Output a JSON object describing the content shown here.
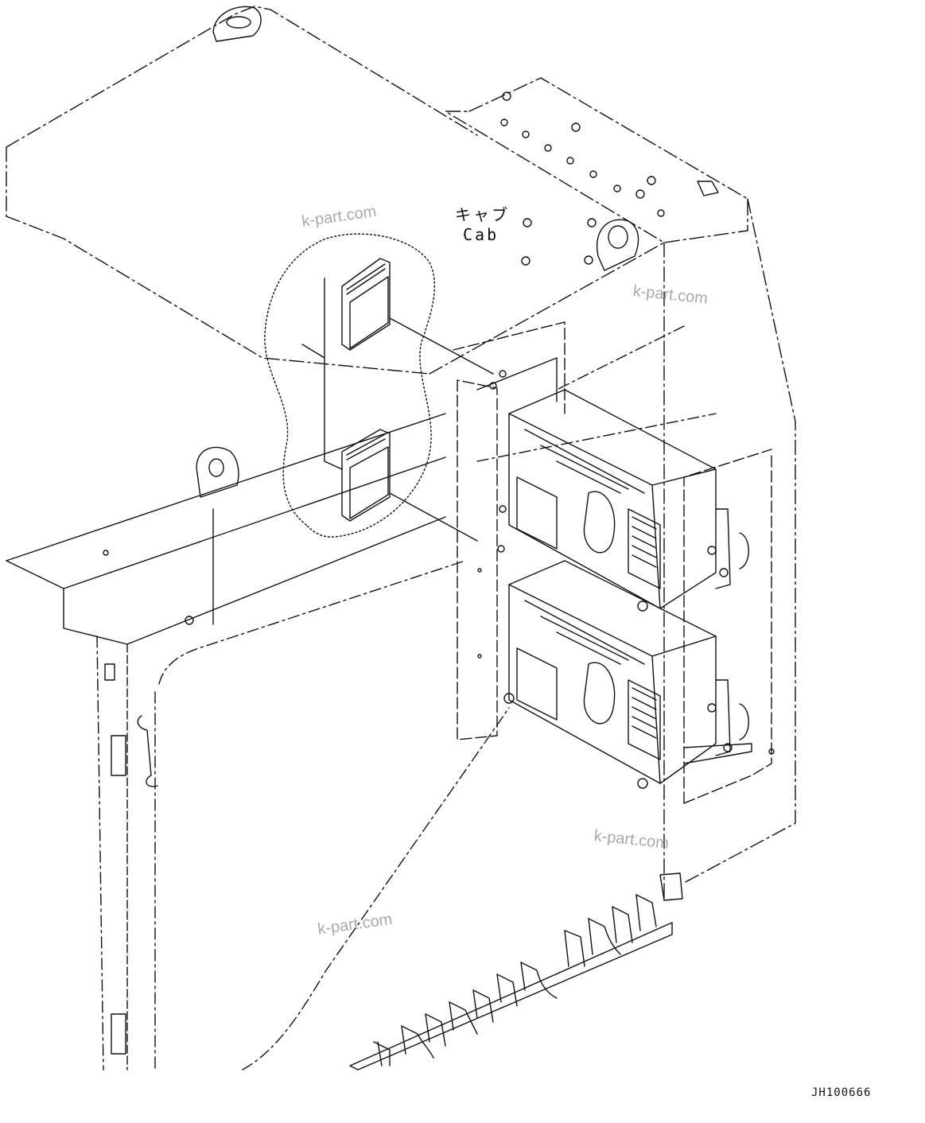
{
  "labels": {
    "cab_jp": "キャブ",
    "cab_en": "Cab",
    "drawing_id": "JH100666"
  },
  "watermarks": [
    "k-part.com",
    "k-part.com",
    "k-part.com",
    "k-part.com"
  ],
  "colors": {
    "line": "#111111",
    "watermark": "#a9a9a9",
    "background": "#ffffff"
  }
}
